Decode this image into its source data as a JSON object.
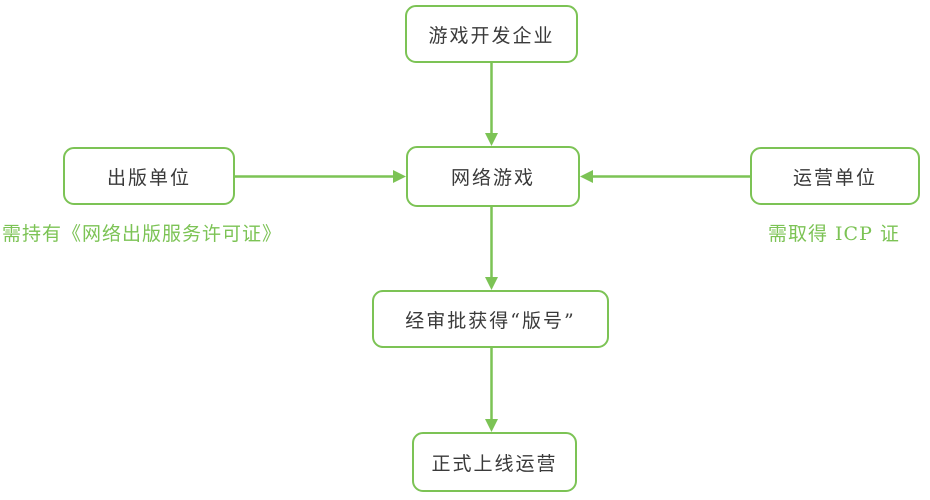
{
  "diagram": {
    "accent_color": "#7cc355",
    "text_color": "#3a3a3a",
    "background_color": "#ffffff",
    "nodes": {
      "developer": {
        "label": "游戏开发企业"
      },
      "publisher": {
        "label": "出版单位"
      },
      "online_game": {
        "label": "网络游戏"
      },
      "operator": {
        "label": "运营单位"
      },
      "approval": {
        "label": "经审批获得“版号”"
      },
      "launch": {
        "label": "正式上线运营"
      }
    },
    "annotations": {
      "publisher_note": {
        "text": "需持有《网络出版服务许可证》"
      },
      "operator_note": {
        "text": "需取得 ICP 证"
      }
    },
    "connectors": {
      "developer_to_game": "游戏开发企业 → 网络游戏",
      "publisher_to_game": "出版单位 → 网络游戏",
      "operator_to_game": "运营单位 → 网络游戏",
      "game_to_approval": "网络游戏 → 经审批获得“版号”",
      "approval_to_launch": "经审批获得“版号” → 正式上线运营"
    }
  }
}
